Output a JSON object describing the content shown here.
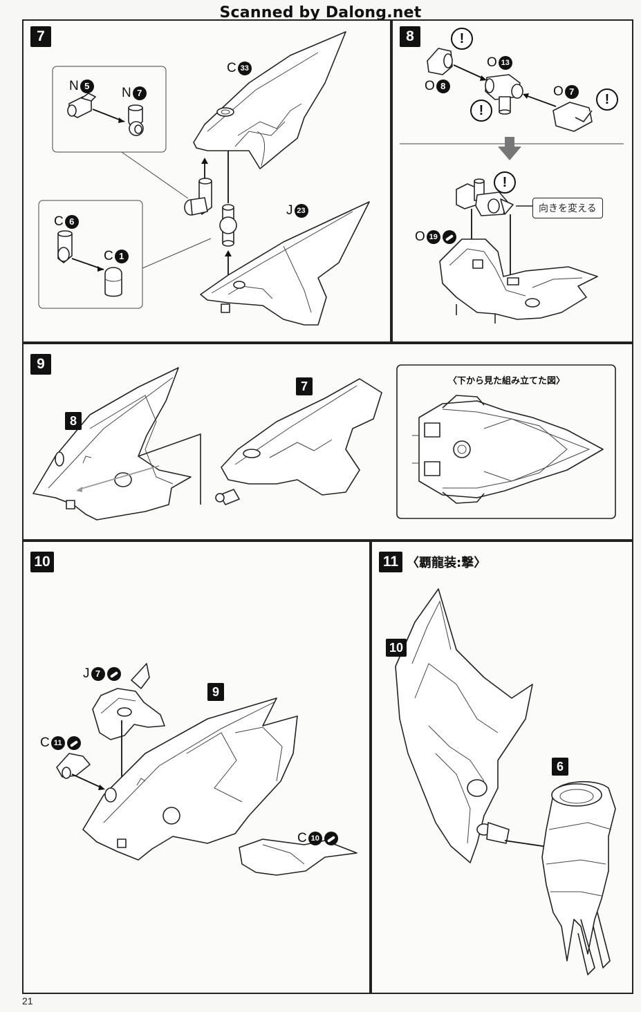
{
  "watermark": "Scanned by Dalong.net",
  "page_number": "21",
  "step7": {
    "number": "7",
    "parts": {
      "c33": {
        "letter": "C",
        "num": "33"
      },
      "n5": {
        "letter": "N",
        "num": "5"
      },
      "n7": {
        "letter": "N",
        "num": "7"
      },
      "c6": {
        "letter": "C",
        "num": "6"
      },
      "c1": {
        "letter": "C",
        "num": "1"
      },
      "j23": {
        "letter": "J",
        "num": "23"
      }
    }
  },
  "step8": {
    "number": "8",
    "parts": {
      "o13": {
        "letter": "O",
        "num": "13"
      },
      "o8": {
        "letter": "O",
        "num": "8"
      },
      "o7": {
        "letter": "O",
        "num": "7"
      },
      "o19": {
        "letter": "O",
        "num": "19"
      }
    },
    "warning_mark": "!",
    "callout": "向きを変える"
  },
  "step9": {
    "number": "9",
    "ref_a": "8",
    "ref_b": "7",
    "inset_title": "〈下から見た組み立てた図〉"
  },
  "step10": {
    "number": "10",
    "ref": "9",
    "parts": {
      "j7": {
        "letter": "J",
        "num": "7"
      },
      "c11": {
        "letter": "C",
        "num": "11"
      },
      "c10": {
        "letter": "C",
        "num": "10"
      }
    }
  },
  "step11": {
    "number": "11",
    "title": "〈覇龍装:撃〉",
    "ref_a": "10",
    "ref_b": "6"
  }
}
